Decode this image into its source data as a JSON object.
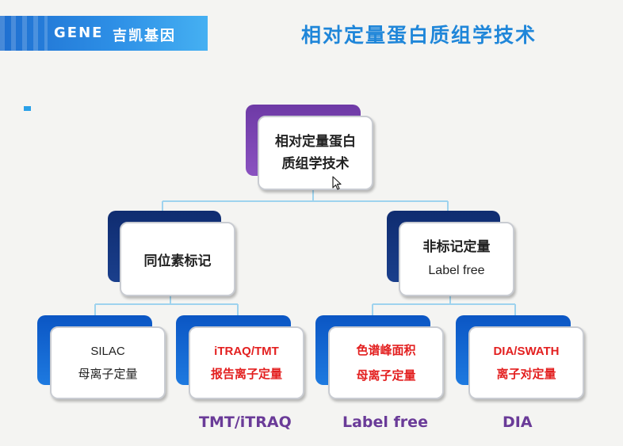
{
  "header": {
    "logo_text": "GENE",
    "company_name": "吉凯基因",
    "title": "相对定量蛋白质组学技术"
  },
  "diagram": {
    "root": {
      "line1": "相对定量蛋白",
      "line2": "质组学技术"
    },
    "left_branch": {
      "line1": "同位素标记"
    },
    "right_branch": {
      "line1": "非标记定量",
      "line2": "Label free"
    },
    "leaves": [
      {
        "line1": "SILAC",
        "line2": "母离子定量"
      },
      {
        "line1": "iTRAQ/TMT",
        "line2": "报告离子定量"
      },
      {
        "line1": "色谱峰面积",
        "line2": "母离子定量"
      },
      {
        "line1": "DIA/SWATH",
        "line2": "离子对定量"
      }
    ],
    "bottom_labels": [
      "TMT/iTRAQ",
      "Label free",
      "DIA"
    ]
  },
  "colors": {
    "header_blue": "#2d8fe6",
    "title_blue": "#1f86d9",
    "root_back": "#7a45b2",
    "branch_back": "#13357e",
    "leaf_back": "#1467d4",
    "accent_red": "#e32020",
    "label_purple": "#6a3b98",
    "connector": "#9ed3ee"
  }
}
